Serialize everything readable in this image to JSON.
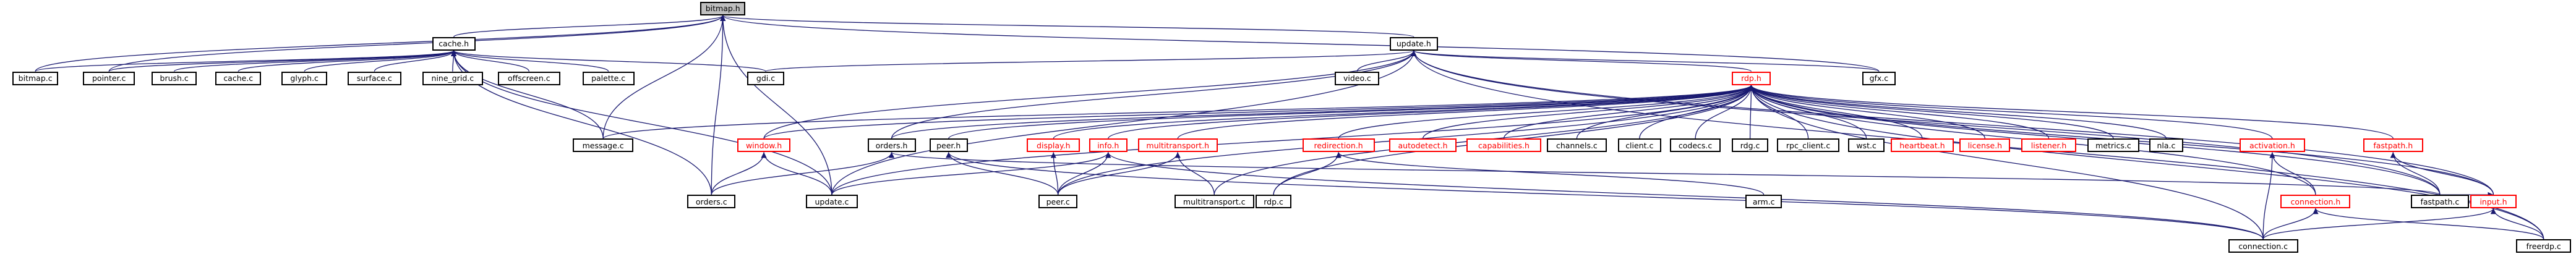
{
  "colors": {
    "edge": "#191970",
    "node_border": "#000000",
    "node_border_link_missing": "#ff0000",
    "root_fill": "#bfbfbf",
    "background": "#ffffff"
  },
  "graph": {
    "nodes": [
      {
        "id": "bitmap_h",
        "label": "bitmap.h",
        "kind": "root"
      },
      {
        "id": "cache_h",
        "label": "cache.h",
        "kind": "normal"
      },
      {
        "id": "update_h",
        "label": "update.h",
        "kind": "normal"
      },
      {
        "id": "bitmap_c",
        "label": "bitmap.c",
        "kind": "normal"
      },
      {
        "id": "pointer_c",
        "label": "pointer.c",
        "kind": "normal"
      },
      {
        "id": "brush_c",
        "label": "brush.c",
        "kind": "normal"
      },
      {
        "id": "cache_c",
        "label": "cache.c",
        "kind": "normal"
      },
      {
        "id": "glyph_c",
        "label": "glyph.c",
        "kind": "normal"
      },
      {
        "id": "surface_c",
        "label": "surface.c",
        "kind": "normal"
      },
      {
        "id": "nine_grid_c",
        "label": "nine_grid.c",
        "kind": "normal"
      },
      {
        "id": "offscreen_c",
        "label": "offscreen.c",
        "kind": "normal"
      },
      {
        "id": "palette_c",
        "label": "palette.c",
        "kind": "normal"
      },
      {
        "id": "gdi_c",
        "label": "gdi.c",
        "kind": "normal"
      },
      {
        "id": "video_c",
        "label": "video.c",
        "kind": "normal"
      },
      {
        "id": "rdp_h",
        "label": "rdp.h",
        "kind": "red"
      },
      {
        "id": "gfx_c",
        "label": "gfx.c",
        "kind": "normal"
      },
      {
        "id": "message_c",
        "label": "message.c",
        "kind": "normal"
      },
      {
        "id": "window_h",
        "label": "window.h",
        "kind": "red"
      },
      {
        "id": "orders_h",
        "label": "orders.h",
        "kind": "normal"
      },
      {
        "id": "peer_h",
        "label": "peer.h",
        "kind": "normal"
      },
      {
        "id": "display_h",
        "label": "display.h",
        "kind": "red"
      },
      {
        "id": "info_h",
        "label": "info.h",
        "kind": "red"
      },
      {
        "id": "multitransport_h",
        "label": "multitransport.h",
        "kind": "red"
      },
      {
        "id": "redirection_h",
        "label": "redirection.h",
        "kind": "red"
      },
      {
        "id": "autodetect_h",
        "label": "autodetect.h",
        "kind": "red"
      },
      {
        "id": "capabilities_h",
        "label": "capabilities.h",
        "kind": "red"
      },
      {
        "id": "channels_c",
        "label": "channels.c",
        "kind": "normal"
      },
      {
        "id": "client_c",
        "label": "client.c",
        "kind": "normal"
      },
      {
        "id": "codecs_c",
        "label": "codecs.c",
        "kind": "normal"
      },
      {
        "id": "rdg_c",
        "label": "rdg.c",
        "kind": "normal"
      },
      {
        "id": "rpc_client_c",
        "label": "rpc_client.c",
        "kind": "normal"
      },
      {
        "id": "wst_c",
        "label": "wst.c",
        "kind": "normal"
      },
      {
        "id": "heartbeat_h",
        "label": "heartbeat.h",
        "kind": "red"
      },
      {
        "id": "license_h",
        "label": "license.h",
        "kind": "red"
      },
      {
        "id": "listener_h",
        "label": "listener.h",
        "kind": "red"
      },
      {
        "id": "metrics_c",
        "label": "metrics.c",
        "kind": "normal"
      },
      {
        "id": "nla_c",
        "label": "nla.c",
        "kind": "normal"
      },
      {
        "id": "activation_h",
        "label": "activation.h",
        "kind": "red"
      },
      {
        "id": "fastpath_h",
        "label": "fastpath.h",
        "kind": "red"
      },
      {
        "id": "orders_c",
        "label": "orders.c",
        "kind": "normal"
      },
      {
        "id": "update_c",
        "label": "update.c",
        "kind": "normal"
      },
      {
        "id": "peer_c",
        "label": "peer.c",
        "kind": "normal"
      },
      {
        "id": "multitransport_c",
        "label": "multitransport.c",
        "kind": "normal"
      },
      {
        "id": "rdp_c",
        "label": "rdp.c",
        "kind": "normal"
      },
      {
        "id": "arm_c",
        "label": "arm.c",
        "kind": "normal"
      },
      {
        "id": "connection_h",
        "label": "connection.h",
        "kind": "red"
      },
      {
        "id": "fastpath_c",
        "label": "fastpath.c",
        "kind": "normal"
      },
      {
        "id": "input_h",
        "label": "input.h",
        "kind": "red"
      },
      {
        "id": "connection_c",
        "label": "connection.c",
        "kind": "normal"
      },
      {
        "id": "freerdp_c",
        "label": "freerdp.c",
        "kind": "normal"
      }
    ],
    "edges": [
      [
        "cache_h",
        "bitmap_h"
      ],
      [
        "update_h",
        "bitmap_h"
      ],
      [
        "bitmap_c",
        "bitmap_h"
      ],
      [
        "pointer_c",
        "bitmap_h"
      ],
      [
        "message_c",
        "bitmap_h"
      ],
      [
        "orders_c",
        "bitmap_h"
      ],
      [
        "update_c",
        "bitmap_h"
      ],
      [
        "gfx_c",
        "bitmap_h"
      ],
      [
        "bitmap_c",
        "cache_h"
      ],
      [
        "pointer_c",
        "cache_h"
      ],
      [
        "brush_c",
        "cache_h"
      ],
      [
        "cache_c",
        "cache_h"
      ],
      [
        "glyph_c",
        "cache_h"
      ],
      [
        "surface_c",
        "cache_h"
      ],
      [
        "nine_grid_c",
        "cache_h"
      ],
      [
        "offscreen_c",
        "cache_h"
      ],
      [
        "palette_c",
        "cache_h"
      ],
      [
        "gdi_c",
        "cache_h"
      ],
      [
        "message_c",
        "cache_h"
      ],
      [
        "orders_c",
        "cache_h"
      ],
      [
        "update_c",
        "cache_h"
      ],
      [
        "gdi_c",
        "update_h"
      ],
      [
        "video_c",
        "update_h"
      ],
      [
        "rdp_h",
        "update_h"
      ],
      [
        "gfx_c",
        "update_h"
      ],
      [
        "window_h",
        "update_h"
      ],
      [
        "orders_h",
        "update_h"
      ],
      [
        "update_c",
        "update_h"
      ],
      [
        "fastpath_c",
        "update_h"
      ],
      [
        "input_h",
        "update_h"
      ],
      [
        "freerdp_c",
        "update_h"
      ],
      [
        "message_c",
        "rdp_h"
      ],
      [
        "window_h",
        "rdp_h"
      ],
      [
        "orders_h",
        "rdp_h"
      ],
      [
        "peer_h",
        "rdp_h"
      ],
      [
        "display_h",
        "rdp_h"
      ],
      [
        "info_h",
        "rdp_h"
      ],
      [
        "multitransport_h",
        "rdp_h"
      ],
      [
        "redirection_h",
        "rdp_h"
      ],
      [
        "autodetect_h",
        "rdp_h"
      ],
      [
        "capabilities_h",
        "rdp_h"
      ],
      [
        "channels_c",
        "rdp_h"
      ],
      [
        "client_c",
        "rdp_h"
      ],
      [
        "codecs_c",
        "rdp_h"
      ],
      [
        "rdg_c",
        "rdp_h"
      ],
      [
        "rpc_client_c",
        "rdp_h"
      ],
      [
        "wst_c",
        "rdp_h"
      ],
      [
        "heartbeat_h",
        "rdp_h"
      ],
      [
        "license_h",
        "rdp_h"
      ],
      [
        "listener_h",
        "rdp_h"
      ],
      [
        "metrics_c",
        "rdp_h"
      ],
      [
        "nla_c",
        "rdp_h"
      ],
      [
        "activation_h",
        "rdp_h"
      ],
      [
        "fastpath_h",
        "rdp_h"
      ],
      [
        "connection_h",
        "rdp_h"
      ],
      [
        "fastpath_c",
        "rdp_h"
      ],
      [
        "input_h",
        "rdp_h"
      ],
      [
        "peer_c",
        "rdp_h"
      ],
      [
        "multitransport_c",
        "rdp_h"
      ],
      [
        "rdp_c",
        "rdp_h"
      ],
      [
        "connection_c",
        "rdp_h"
      ],
      [
        "freerdp_c",
        "rdp_h"
      ],
      [
        "update_c",
        "rdp_h"
      ],
      [
        "orders_c",
        "window_h"
      ],
      [
        "update_c",
        "window_h"
      ],
      [
        "orders_c",
        "orders_h"
      ],
      [
        "fastpath_c",
        "orders_h"
      ],
      [
        "peer_c",
        "peer_h"
      ],
      [
        "connection_c",
        "peer_h"
      ],
      [
        "peer_c",
        "display_h"
      ],
      [
        "update_c",
        "info_h"
      ],
      [
        "peer_c",
        "info_h"
      ],
      [
        "connection_c",
        "info_h"
      ],
      [
        "peer_c",
        "multitransport_h"
      ],
      [
        "multitransport_c",
        "multitransport_h"
      ],
      [
        "rdp_c",
        "redirection_h"
      ],
      [
        "arm_c",
        "redirection_h"
      ],
      [
        "connection_c",
        "activation_h"
      ],
      [
        "connection_h",
        "activation_h"
      ],
      [
        "fastpath_c",
        "fastpath_h"
      ],
      [
        "input_h",
        "fastpath_h"
      ],
      [
        "connection_c",
        "connection_h"
      ],
      [
        "freerdp_c",
        "connection_h"
      ],
      [
        "connection_c",
        "input_h"
      ],
      [
        "freerdp_c",
        "input_h"
      ],
      [
        "fastpath_c",
        "input_h"
      ]
    ]
  }
}
